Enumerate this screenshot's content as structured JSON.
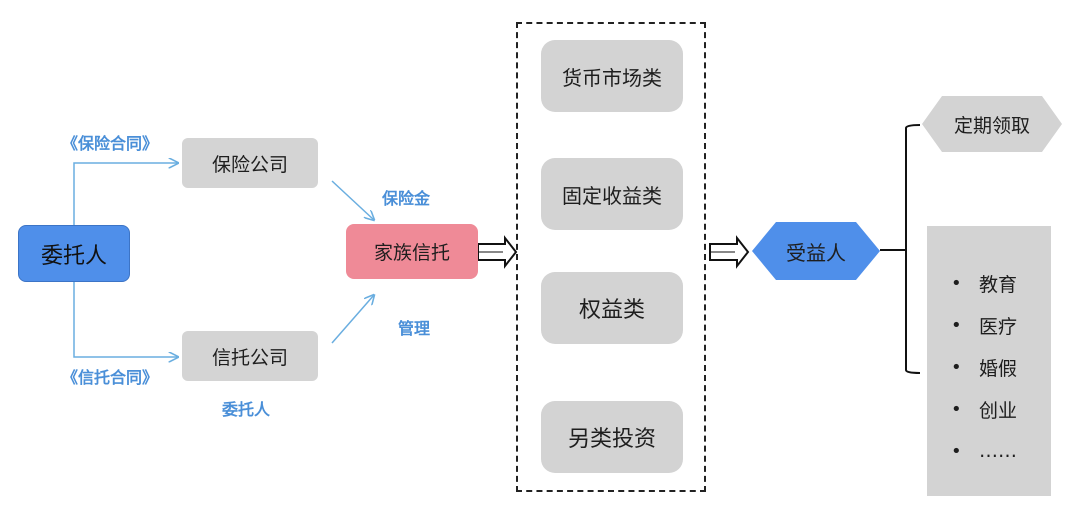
{
  "nodes": {
    "settlor": "委托人",
    "insurance_company": "保险公司",
    "trust_company": "信托公司",
    "family_trust": "家族信托",
    "beneficiary": "受益人",
    "periodic": "定期领取"
  },
  "labels": {
    "insurance_contract": "《保险合同》",
    "trust_contract": "《信托合同》",
    "premium": "保险金",
    "management": "管理",
    "entrust": "委托人"
  },
  "assets": [
    "货币市场类",
    "固定收益类",
    "权益类",
    "另类投资"
  ],
  "purposes": [
    "教育",
    "医疗",
    "婚假",
    "创业",
    "……"
  ],
  "bullet": "•",
  "colors": {
    "blue_node": "#4f8fea",
    "pink_node": "#ef8a97",
    "grey_node": "#d3d3d3",
    "label_blue": "#4a8fd8",
    "connector": "#6aaee0"
  }
}
